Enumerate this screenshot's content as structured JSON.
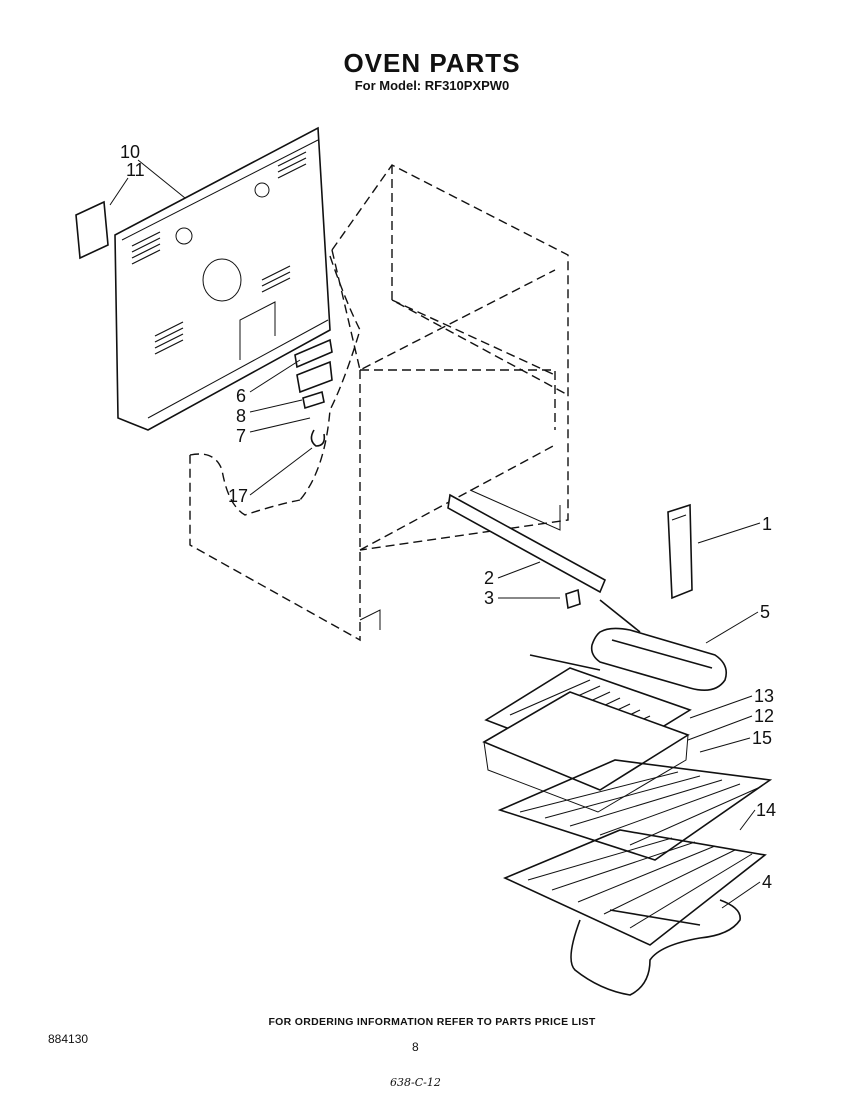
{
  "header": {
    "title": "OVEN PARTS",
    "subtitle": "For Model: RF310PXPW0"
  },
  "callouts": [
    {
      "id": "1",
      "label": "1"
    },
    {
      "id": "2",
      "label": "2"
    },
    {
      "id": "3",
      "label": "3"
    },
    {
      "id": "4",
      "label": "4"
    },
    {
      "id": "5",
      "label": "5"
    },
    {
      "id": "6",
      "label": "6"
    },
    {
      "id": "7",
      "label": "7"
    },
    {
      "id": "8",
      "label": "8"
    },
    {
      "id": "10",
      "label": "10"
    },
    {
      "id": "11",
      "label": "11"
    },
    {
      "id": "12",
      "label": "12"
    },
    {
      "id": "13",
      "label": "13"
    },
    {
      "id": "14",
      "label": "14"
    },
    {
      "id": "15",
      "label": "15"
    },
    {
      "id": "17",
      "label": "17"
    }
  ],
  "footer": {
    "order_note": "FOR ORDERING INFORMATION REFER TO PARTS PRICE LIST",
    "doc_number": "884130",
    "page_number": "8",
    "handwritten_code": "638-C-12"
  }
}
